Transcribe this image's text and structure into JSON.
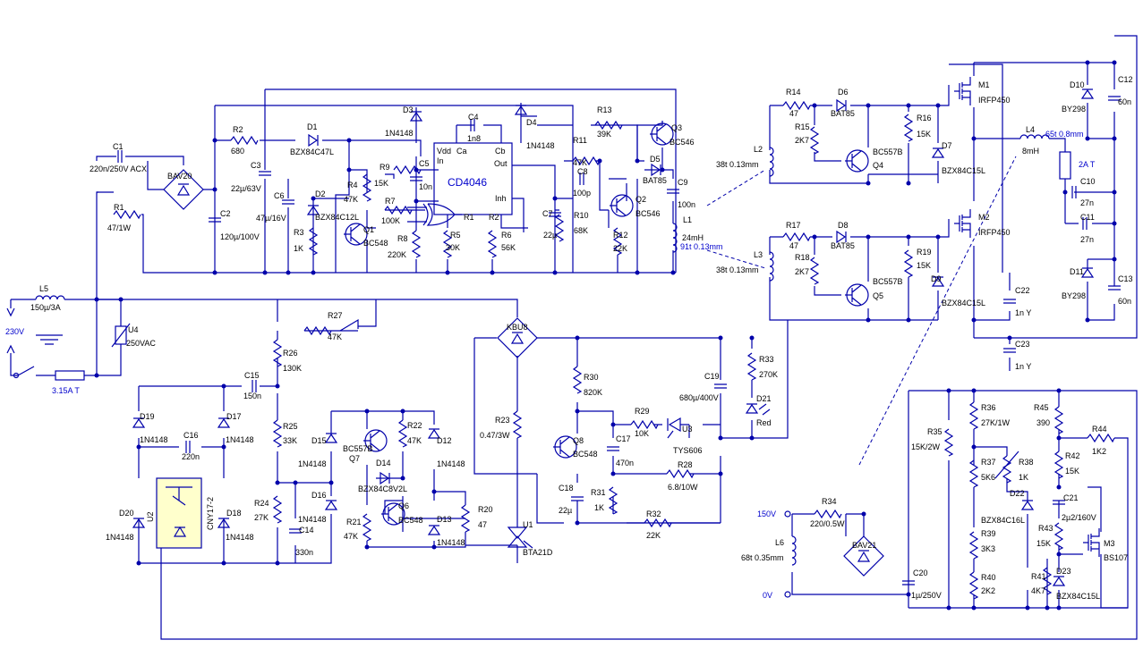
{
  "colors": {
    "wire": "#0000aa",
    "label": "#000000",
    "accent_label": "#0000cc",
    "optocoupler_fill": "#ffffcc",
    "background": "#ffffff"
  },
  "labels": {
    "C1": "C1",
    "C1v": "220n/250V ACX",
    "R1": "R1",
    "R1v": "47/1W",
    "BAV20": "BAV20",
    "R2": "R2",
    "R2v": "680",
    "D1": "D1",
    "D1v": "BZX84C47L",
    "C2": "C2",
    "C2v": "120µ/100V",
    "C3": "C3",
    "C3v": "22µ/63V",
    "C6": "C6",
    "C6v": "47µ/16V",
    "D2": "D2",
    "D2v": "BZX84C12L",
    "R3": "R3",
    "R3v": "1K",
    "R4": "R4",
    "R4v": "47K",
    "Q1": "Q1",
    "Q1v": "BC548",
    "D3": "D3",
    "D3v": "1N4148",
    "C4": "C4",
    "C4v": "1n8",
    "D4": "D4",
    "D4v": "1N4148",
    "R9": "R9",
    "R9v": "15K",
    "C5": "C5",
    "C5v": "10n",
    "R7": "R7",
    "R7v": "100K",
    "R8": "R8",
    "R8v": "220K",
    "cd4046": "CD4046",
    "pin_vdd": "Vdd",
    "pin_in": "In",
    "pin_ca": "Ca",
    "pin_cb": "Cb",
    "pin_out": "Out",
    "pin_inh": "Inh",
    "pin_r1": "R1",
    "pin_r2": "R2",
    "R5": "R5",
    "R5v": "30K",
    "R6": "R6",
    "R6v": "56K",
    "C7": "C7",
    "C7v": "22µ",
    "R10": "R10",
    "R10v": "68K",
    "R11": "R11",
    "R11v": "47K",
    "C8": "C8",
    "C8v": "100p",
    "R13": "R13",
    "R13v": "39K",
    "R12": "R12",
    "R12v": "22K",
    "Q2": "Q2",
    "Q2v": "BC546",
    "Q3": "Q3",
    "Q3v": "BC546",
    "D5": "D5",
    "D5v": "BAT85",
    "C9": "C9",
    "C9v": "100n",
    "L1": "L1",
    "L1v": "24mH",
    "L1w": "91t 0.13mm",
    "L2": "L2",
    "L2v": "38t 0.13mm",
    "L3": "L3",
    "L3v": "38t 0.13mm",
    "R14": "R14",
    "R14v": "47",
    "D6": "D6",
    "D6v": "BAT85",
    "R15": "R15",
    "R15v": "2K7",
    "R16": "R16",
    "R16v": "15K",
    "Q4": "Q4",
    "Q4v": "BC557B",
    "D7": "D7",
    "D7v": "BZX84C15L",
    "R17": "R17",
    "R17v": "47",
    "D8": "D8",
    "D8v": "BAT85",
    "R18": "R18",
    "R18v": "2K7",
    "R19": "R19",
    "R19v": "15K",
    "Q5": "Q5",
    "Q5v": "BC557B",
    "D9": "D9",
    "D9v": "BZX84C15L",
    "M1": "M1",
    "M1v": "IRFP450",
    "M2": "M2",
    "M2v": "IRFP450",
    "L4": "L4",
    "L4v": "8mH",
    "L4w": "65t 0.8mm",
    "lamp": "2A T",
    "D10": "D10",
    "D10v": "BY298",
    "C12": "C12",
    "C12v": "60n",
    "C10": "C10",
    "C10v": "27n",
    "C11": "C11",
    "C11v": "27n",
    "D11": "D11",
    "D11v": "BY298",
    "C13": "C13",
    "C13v": "60n",
    "C22": "C22",
    "C22v": "1n Y",
    "C23": "C23",
    "C23v": "1n Y",
    "L5": "L5",
    "L5v": "150µ/3A",
    "mains": "230V",
    "fuse": "3.15A T",
    "U4": "U4",
    "U4v": "250VAC",
    "R27": "R27",
    "R27v": "47K",
    "R26": "R26",
    "R26v": "130K",
    "C15": "C15",
    "C15v": "150n",
    "R25": "R25",
    "R25v": "33K",
    "R24": "R24",
    "R24v": "27K",
    "C14": "C14",
    "C14v": "330n",
    "D19": "D19",
    "D19v": "1N4148",
    "C16": "C16",
    "C16v": "220n",
    "D17": "D17",
    "D17v": "1N4148",
    "D20": "D20",
    "D20v": "1N4148",
    "U2": "U2",
    "U2v": "CNY17-2",
    "D18": "D18",
    "D18v": "1N4148",
    "D15": "D15",
    "D15v": "1N4148",
    "Q7": "Q7",
    "Q7v": "BC557B",
    "D14": "D14",
    "D14v": "BZX84C8V2L",
    "R22": "R22",
    "R22v": "47K",
    "D12": "D12",
    "D12v": "1N4148",
    "D16": "D16",
    "D16v": "1N4148",
    "R21": "R21",
    "R21v": "47K",
    "Q6": "Q6",
    "Q6v": "BC548",
    "D13": "D13",
    "D13v": "1N4148",
    "R20": "R20",
    "R20v": "47",
    "KBU8": "KBU8",
    "R23": "R23",
    "R23v": "0.47/3W",
    "U1": "U1",
    "U1v": "BTA21D",
    "R30": "R30",
    "R30v": "820K",
    "Q8": "Q8",
    "Q8v": "BC548",
    "C17": "C17",
    "C17v": "470n",
    "R29": "R29",
    "R29v": "10K",
    "U3": "U3",
    "U3v": "TYS606",
    "R28": "R28",
    "R28v": "6.8/10W",
    "C18": "C18",
    "C18v": "22µ",
    "R31": "R31",
    "R31v": "1K",
    "R32": "R32",
    "R32v": "22K",
    "C19": "C19",
    "C19v": "680µ/400V",
    "R33": "R33",
    "R33v": "270K",
    "D21": "D21",
    "D21v": "Red",
    "v150": "150V",
    "v0": "0V",
    "L6": "L6",
    "L6v": "68t 0.35mm",
    "R34": "R34",
    "R34v": "220/0.5W",
    "BAV21": "BAV21",
    "C20": "C20",
    "C20v": "1µ/250V",
    "R35": "R35",
    "R35v": "15K/2W",
    "R36": "R36",
    "R36v": "27K/1W",
    "R37": "R37",
    "R37v": "5K6",
    "R38": "R38",
    "R38v": "1K",
    "D22": "D22",
    "D22v": "BZX84C16L",
    "R39": "R39",
    "R39v": "3K3",
    "R40": "R40",
    "R40v": "2K2",
    "R41": "R41",
    "R41v": "4K7",
    "R45": "R45",
    "R45v": "390",
    "R44": "R44",
    "R44v": "1K2",
    "R42": "R42",
    "R42v": "15K",
    "C21": "C21",
    "C21v": "2µ2/160V",
    "R43": "R43",
    "R43v": "15K",
    "M3": "M3",
    "M3v": "BS107",
    "D23": "D23",
    "D23v": "BZX84C15L"
  }
}
